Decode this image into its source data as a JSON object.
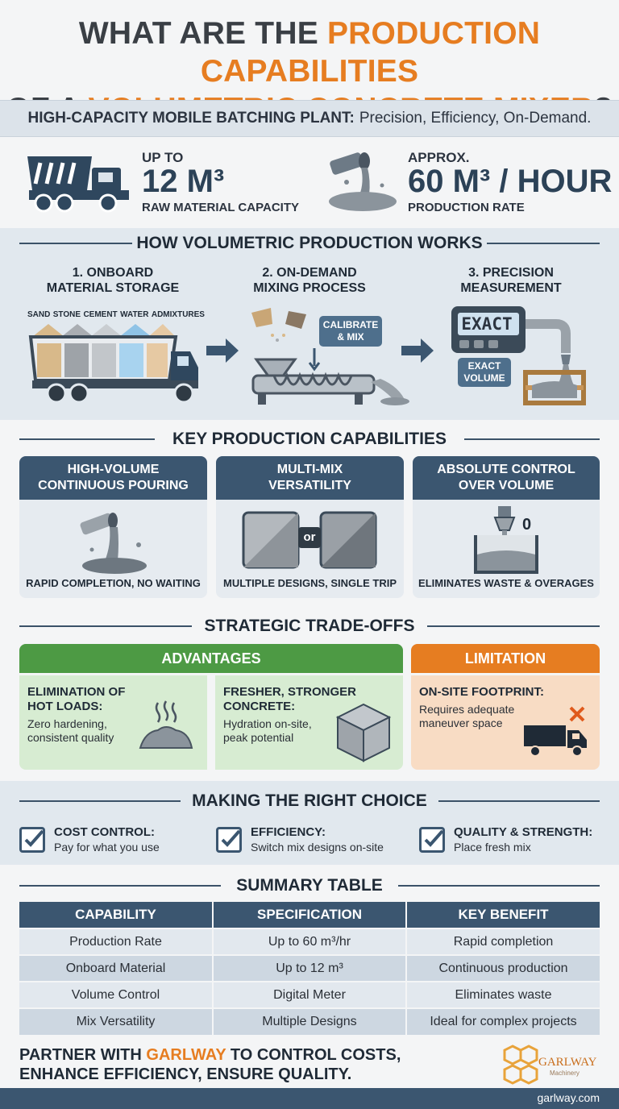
{
  "title": {
    "line1_a": "WHAT ARE THE ",
    "line1_b": "PRODUCTION CAPABILITIES",
    "line2_a": "OF A ",
    "line2_b": "VOLUMETRIC CONCRETE MIXER",
    "line2_c": "?"
  },
  "banner": {
    "bold": "HIGH-CAPACITY MOBILE BATCHING PLANT:",
    "rest": "Precision, Efficiency, On-Demand."
  },
  "stats": {
    "capacity": {
      "pre": "UP TO",
      "value": "12 M³",
      "label": "RAW MATERIAL CAPACITY"
    },
    "rate": {
      "pre": "APPROX.",
      "value": "60 M³ / HOUR",
      "label": "PRODUCTION RATE"
    }
  },
  "how": {
    "heading": "HOW VOLUMETRIC PRODUCTION WORKS",
    "steps": [
      {
        "title_1": "1. ONBOARD",
        "title_2": "MATERIAL STORAGE"
      },
      {
        "title_1": "2. ON-DEMAND",
        "title_2": "MIXING PROCESS"
      },
      {
        "title_1": "3. PRECISION",
        "title_2": "MEASUREMENT"
      }
    ],
    "materials": [
      "SAND",
      "STONE",
      "CEMENT",
      "WATER",
      "ADMIXTURES"
    ],
    "calibrate_1": "CALIBRATE",
    "calibrate_2": "& MIX",
    "meter_display": "EXACT",
    "exact_1": "EXACT",
    "exact_2": "VOLUME"
  },
  "capabilities": {
    "heading": "KEY PRODUCTION CAPABILITIES",
    "cards": [
      {
        "head_1": "HIGH-VOLUME",
        "head_2": "CONTINUOUS POURING",
        "foot": "RAPID COMPLETION, NO WAITING"
      },
      {
        "head_1": "MULTI-MIX",
        "head_2": "VERSATILITY",
        "foot": "MULTIPLE DESIGNS, SINGLE TRIP",
        "or": "or"
      },
      {
        "head_1": "ABSOLUTE CONTROL",
        "head_2": "OVER VOLUME",
        "foot": "ELIMINATES WASTE & OVERAGES",
        "zero": "0"
      }
    ]
  },
  "tradeoffs": {
    "heading": "STRATEGIC TRADE-OFFS",
    "advantages_label": "ADVANTAGES",
    "limitation_label": "LIMITATION",
    "adv1": {
      "head_1": "ELIMINATION OF",
      "head_2": "HOT LOADS:",
      "text_1": "Zero hardening,",
      "text_2": "consistent quality"
    },
    "adv2": {
      "head_1": "FRESHER, STRONGER",
      "head_2": "CONCRETE:",
      "text_1": "Hydration on-site,",
      "text_2": "peak potential"
    },
    "lim": {
      "head": "ON-SITE FOOTPRINT:",
      "text_1": "Requires adequate",
      "text_2": "maneuver space"
    }
  },
  "choice": {
    "heading": "MAKING THE RIGHT CHOICE",
    "items": [
      {
        "head": "COST CONTROL:",
        "text": "Pay for what you use"
      },
      {
        "head": "EFFICIENCY:",
        "text": "Switch mix designs on-site"
      },
      {
        "head": "QUALITY & STRENGTH:",
        "text": "Place fresh mix"
      }
    ]
  },
  "summary": {
    "heading": "SUMMARY TABLE",
    "columns": [
      "CAPABILITY",
      "SPECIFICATION",
      "KEY BENEFIT"
    ],
    "rows": [
      [
        "Production Rate",
        "Up to 60 m³/hr",
        "Rapid completion"
      ],
      [
        "Onboard Material",
        "Up to 12 m³",
        "Continuous production"
      ],
      [
        "Volume Control",
        "Digital Meter",
        "Eliminates waste"
      ],
      [
        "Mix Versatility",
        "Multiple Designs",
        "Ideal for complex projects"
      ]
    ]
  },
  "footer": {
    "line1_a": "PARTNER WITH ",
    "line1_b": "GARLWAY",
    "line1_c": " TO CONTROL COSTS,",
    "line2": "ENHANCE EFFICIENCY, ENSURE QUALITY.",
    "logo_text": "GARLWAY",
    "logo_sub": "Machinery",
    "url": "garlway.com"
  },
  "colors": {
    "accent": "#e67d21",
    "navy": "#3b5670",
    "green": "#4d9a44"
  }
}
